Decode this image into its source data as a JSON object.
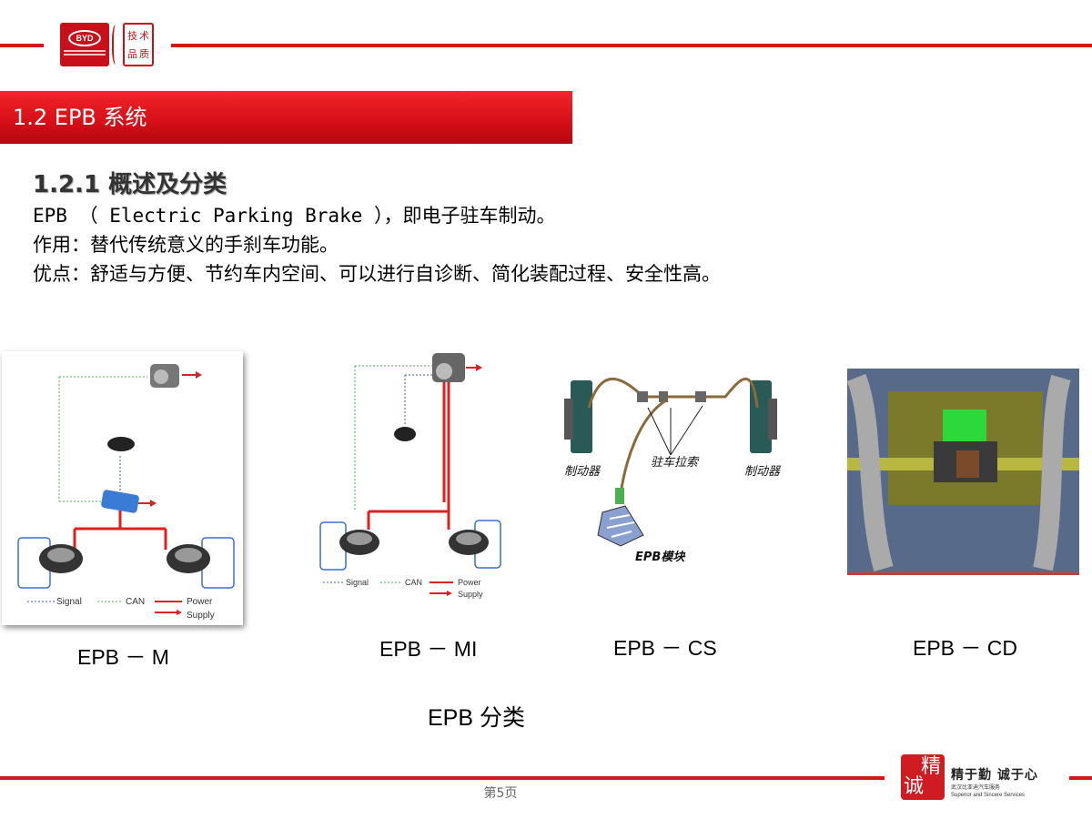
{
  "header": {
    "logo_text": "BYD",
    "seal_chars": [
      "技",
      "术",
      "品",
      "质"
    ]
  },
  "section": {
    "title": "1.2 EPB 系统"
  },
  "content": {
    "subheading": "1.2.1  概述及分类",
    "lines": [
      "EPB （ Electric Parking Brake ），即电子驻车制动。",
      "作用：替代传统意义的手刹车功能。",
      "优点：舒适与方便、节约车内空间、可以进行自诊断、简化装配过程、安全性高。"
    ]
  },
  "figures": {
    "legend": {
      "signal": "Signal",
      "can": "CAN",
      "power": "Power",
      "supply": "Supply"
    },
    "cs_labels": {
      "brake_left": "制动器",
      "cable": "驻车拉索",
      "brake_right": "制动器",
      "module": "EPB模块"
    },
    "captions": [
      "EPB － M",
      "EPB － MI",
      "EPB － CS",
      "EPB － CD"
    ],
    "main_caption": "EPB  分类"
  },
  "footer": {
    "page": "第5页",
    "seal_chars": [
      "精",
      "诚"
    ],
    "slogan": "精于勤 诚于心",
    "en_line1": "武汉比亚迪汽车服务",
    "en_line2": "Superior and Sincere Services"
  }
}
